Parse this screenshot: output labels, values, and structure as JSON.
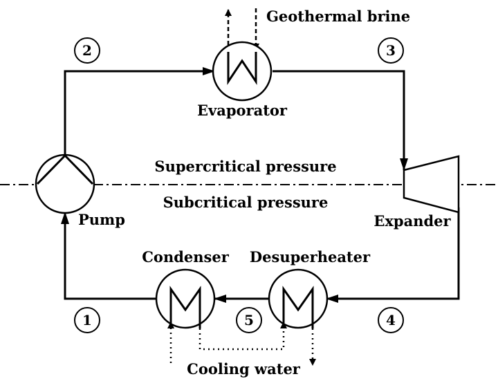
{
  "labels": {
    "geothermal_brine": "Geothermal brine",
    "evaporator": "Evaporator",
    "supercritical": "Supercritical pressure",
    "subcritical": "Subcritical pressure",
    "pump": "Pump",
    "expander": "Expander",
    "condenser": "Condenser",
    "desuperheater": "Desuperheater",
    "cooling_water": "Cooling water"
  },
  "states": [
    "1",
    "2",
    "3",
    "4",
    "5"
  ]
}
